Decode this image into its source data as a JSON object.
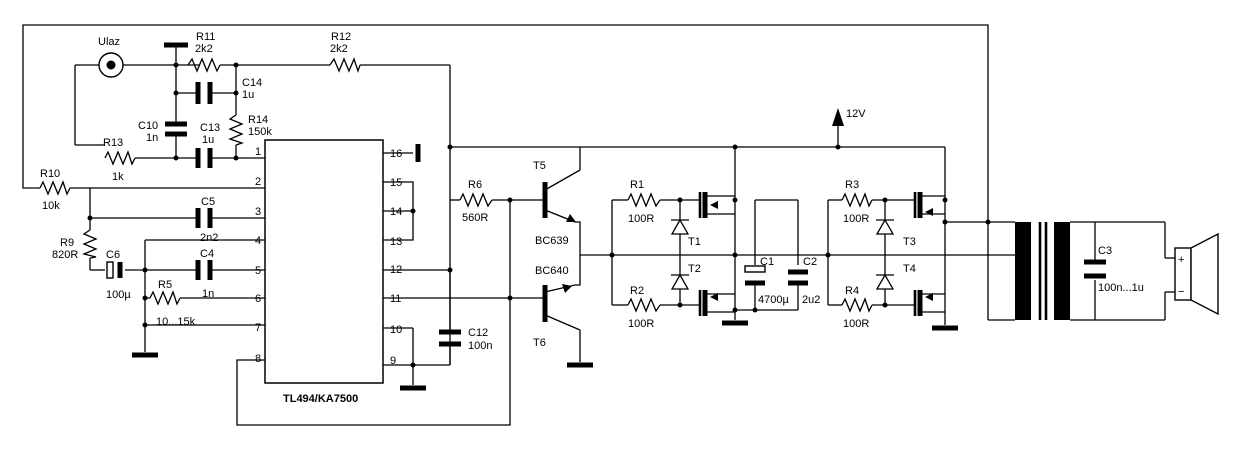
{
  "input_label": "Ulaz",
  "supply_label": "12V",
  "ic": {
    "name": "TL494/KA7500",
    "pins": [
      "1",
      "2",
      "3",
      "4",
      "5",
      "6",
      "7",
      "8",
      "9",
      "10",
      "11",
      "12",
      "13",
      "14",
      "15",
      "16"
    ]
  },
  "components": {
    "R1": {
      "ref": "R1",
      "value": "100R"
    },
    "R2": {
      "ref": "R2",
      "value": "100R"
    },
    "R3": {
      "ref": "R3",
      "value": "100R"
    },
    "R4": {
      "ref": "R4",
      "value": "100R"
    },
    "R5": {
      "ref": "R5",
      "value": "10...15k"
    },
    "R6": {
      "ref": "R6",
      "value": "560R"
    },
    "R9": {
      "ref": "R9",
      "value": "820R"
    },
    "R10": {
      "ref": "R10",
      "value": "10k"
    },
    "R11": {
      "ref": "R11",
      "value": "2k2"
    },
    "R12": {
      "ref": "R12",
      "value": "2k2"
    },
    "R13": {
      "ref": "R13",
      "value": "1k"
    },
    "R14": {
      "ref": "R14",
      "value": "150k"
    },
    "C1": {
      "ref": "C1",
      "value": "4700µ"
    },
    "C2": {
      "ref": "C2",
      "value": "2u2"
    },
    "C3": {
      "ref": "C3",
      "value": "100n...1u"
    },
    "C4": {
      "ref": "C4",
      "value": "1n"
    },
    "C5": {
      "ref": "C5",
      "value": "2n2"
    },
    "C6": {
      "ref": "C6",
      "value": "100µ"
    },
    "C10": {
      "ref": "C10",
      "value": "1n"
    },
    "C12": {
      "ref": "C12",
      "value": "100n"
    },
    "C13": {
      "ref": "C13",
      "value": "1u"
    },
    "C14": {
      "ref": "C14",
      "value": "1u"
    },
    "T1": {
      "ref": "T1"
    },
    "T2": {
      "ref": "T2"
    },
    "T3": {
      "ref": "T3"
    },
    "T4": {
      "ref": "T4"
    },
    "T5": {
      "ref": "T5",
      "value": "BC639"
    },
    "T6": {
      "ref": "T6",
      "value": "BC640"
    }
  },
  "speaker_signs": {
    "plus": "+",
    "minus": "−"
  }
}
